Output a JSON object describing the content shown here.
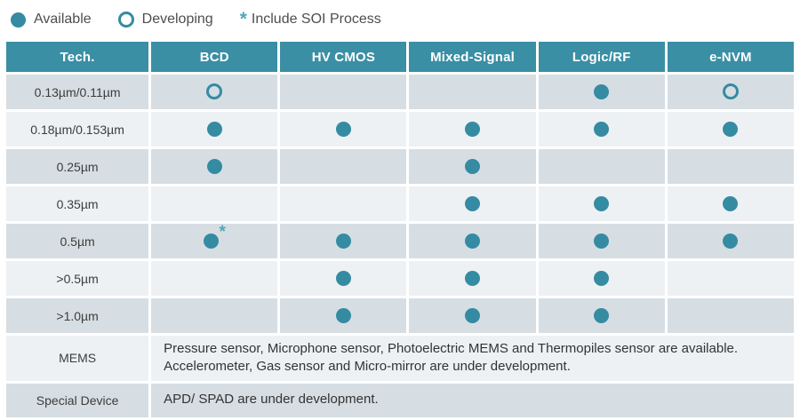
{
  "legend": {
    "available_label": "Available",
    "developing_label": "Developing",
    "soi_symbol": "*",
    "soi_label": "Include SOI Process"
  },
  "colors": {
    "teal_header": "#3a8fa5",
    "teal_dot": "#358ba2",
    "teal_star": "#53a6bd",
    "row_dark": "#d6dee3",
    "row_light": "#edf1f4"
  },
  "table": {
    "headers": [
      "Tech.",
      "BCD",
      "HV CMOS",
      "Mixed-Signal",
      "Logic/RF",
      "e-NVM"
    ],
    "rows": [
      {
        "tech": "0.13µm/0.11µm",
        "cells": [
          "developing",
          "",
          "",
          "available",
          "developing"
        ]
      },
      {
        "tech": "0.18µm/0.153µm",
        "cells": [
          "available",
          "available",
          "available",
          "available",
          "available"
        ]
      },
      {
        "tech": "0.25µm",
        "cells": [
          "available",
          "",
          "available",
          "",
          ""
        ]
      },
      {
        "tech": "0.35µm",
        "cells": [
          "",
          "",
          "available",
          "available",
          "available"
        ]
      },
      {
        "tech": "0.5µm",
        "cells": [
          "available_soi",
          "available",
          "available",
          "available",
          "available"
        ]
      },
      {
        "tech": ">0.5µm",
        "cells": [
          "",
          "available",
          "available",
          "available",
          ""
        ]
      },
      {
        "tech": ">1.0µm",
        "cells": [
          "",
          "available",
          "available",
          "available",
          ""
        ]
      }
    ],
    "note_rows": [
      {
        "tech": "MEMS",
        "lines": [
          "Pressure sensor, Microphone sensor, Photoelectric MEMS and Thermopiles sensor are available.",
          "Accelerometer, Gas sensor and Micro-mirror are under development."
        ]
      },
      {
        "tech": "Special Device",
        "lines": [
          "APD/ SPAD are under development."
        ]
      }
    ]
  }
}
